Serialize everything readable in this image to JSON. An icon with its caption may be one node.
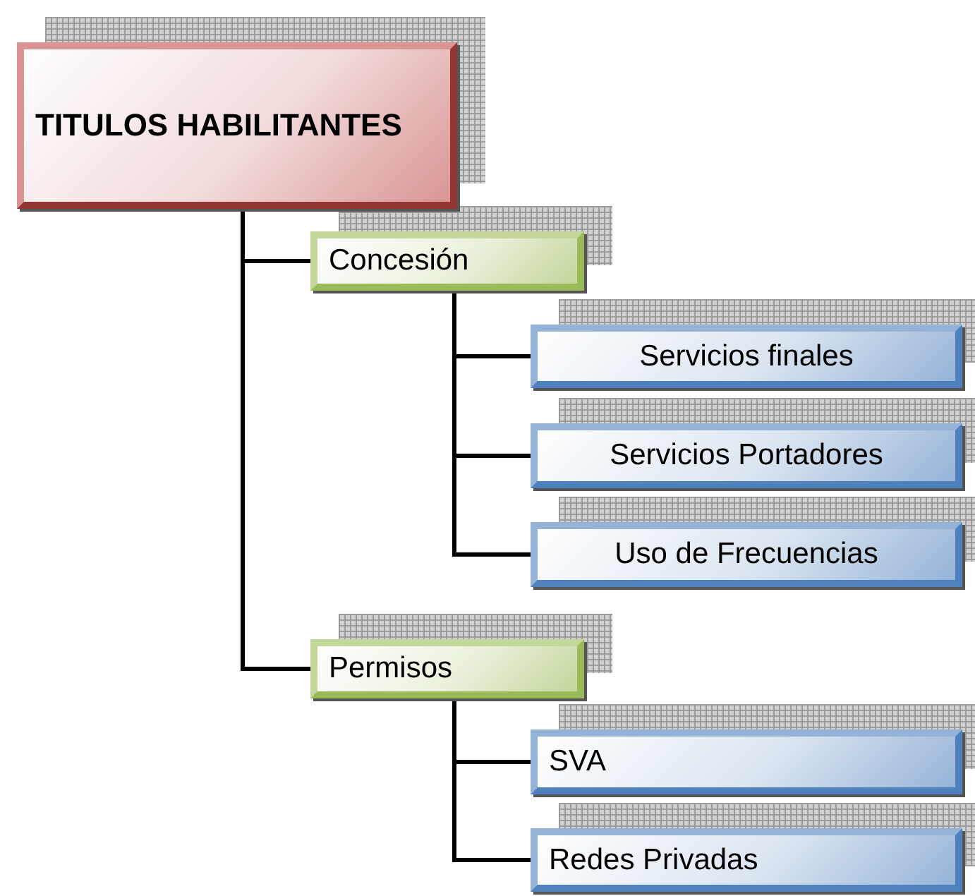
{
  "diagram": {
    "nodes": [
      {
        "text": [
          "TITULOS HABILITANTES"
        ]
      },
      {
        "text": [
          "Concesión"
        ]
      },
      {
        "text": [
          "Servicios finales"
        ]
      },
      {
        "text": [
          "Servicios Portadores"
        ]
      },
      {
        "text": [
          "Uso de Frecuencias"
        ]
      },
      {
        "text": [
          "Permisos"
        ]
      },
      {
        "text": [
          "SVA"
        ]
      },
      {
        "text": [
          "Redes Privadas"
        ]
      }
    ],
    "edges": [
      {
        "from": 0,
        "to": 1,
        "arrow": "none"
      },
      {
        "from": 0,
        "to": 5,
        "arrow": "none"
      },
      {
        "from": 1,
        "to": 2,
        "arrow": "none"
      },
      {
        "from": 1,
        "to": 3,
        "arrow": "none"
      },
      {
        "from": 1,
        "to": 4,
        "arrow": "none"
      },
      {
        "from": 5,
        "to": 6,
        "arrow": "none"
      },
      {
        "from": 5,
        "to": 7,
        "arrow": "none"
      }
    ]
  }
}
